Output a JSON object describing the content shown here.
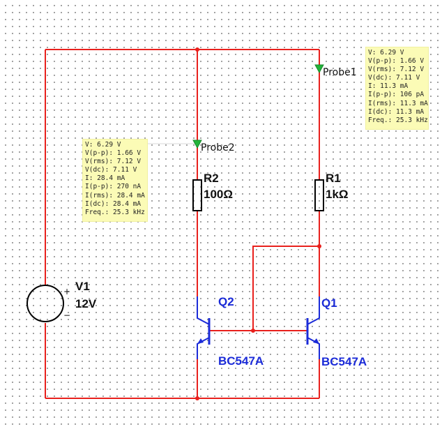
{
  "colors": {
    "wire": "#e8201c",
    "transistor": "#1b2bd8",
    "probe_arrow": "#22b33a",
    "probe_box": "#fbfbb6",
    "grid_dot": "#8a8a8a"
  },
  "source": {
    "name": "V1",
    "value": "12V",
    "plus": "+",
    "minus": "−",
    "icon": "dc-voltage-source-icon"
  },
  "resistors": [
    {
      "name": "R2",
      "value": "100Ω"
    },
    {
      "name": "R1",
      "value": "1kΩ"
    }
  ],
  "transistors": [
    {
      "name": "Q2",
      "model": "BC547A"
    },
    {
      "name": "Q1",
      "model": "BC547A"
    }
  ],
  "probes": {
    "probe1": {
      "label": "Probe1",
      "icon": "probe-arrow-icon",
      "readings": [
        "V: 6.29 V",
        "V(p-p): 1.66 V",
        "V(rms): 7.12 V",
        "V(dc): 7.11 V",
        "I: 11.3 mA",
        "I(p-p): 106 pA",
        "I(rms): 11.3 mA",
        "I(dc): 11.3 mA",
        "Freq.: 25.3 kHz"
      ]
    },
    "probe2": {
      "label": "Probe2",
      "icon": "probe-arrow-icon",
      "readings": [
        "V: 6.29 V",
        "V(p-p): 1.66 V",
        "V(rms): 7.12 V",
        "V(dc): 7.11 V",
        "I: 28.4 mA",
        "I(p-p): 270 nA",
        "I(rms): 28.4 mA",
        "I(dc): 28.4 mA",
        "Freq.: 25.3 kHz"
      ]
    }
  }
}
